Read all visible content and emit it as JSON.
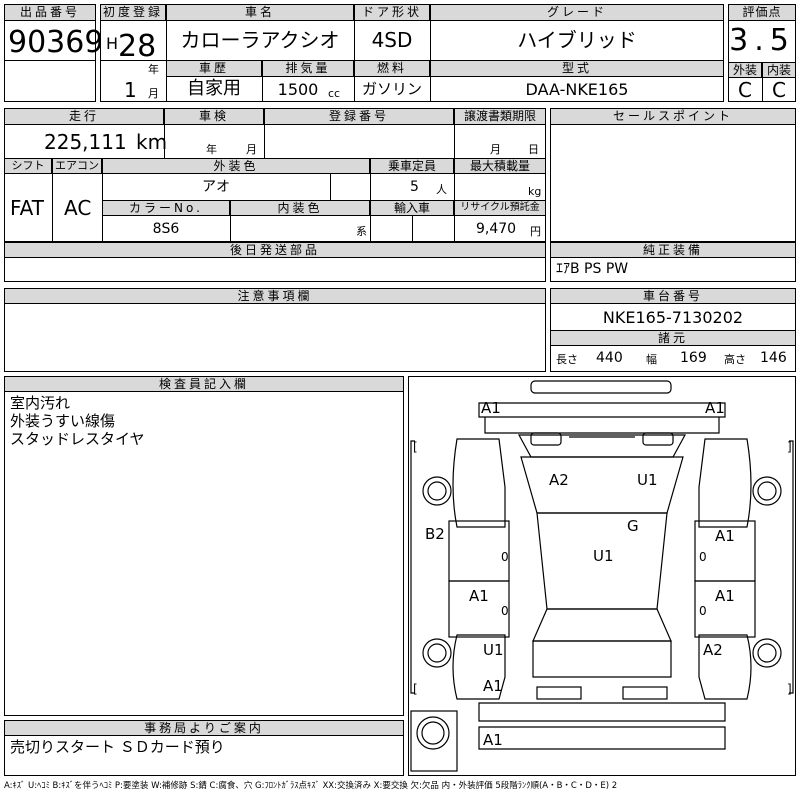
{
  "header": {
    "lot_number_label": "出品番号",
    "lot_number": "90369",
    "first_reg_label": "初度登録",
    "era": "H",
    "year": "28",
    "year_unit": "年",
    "month": "1",
    "month_unit": "月",
    "car_name_label": "車名",
    "car_name": "カローラアクシオ",
    "door_label": "ドア形状",
    "door": "4SD",
    "grade_label": "グレード",
    "grade": "ハイブリッド",
    "score_label": "評価点",
    "score": "3.5",
    "history_label": "車歴",
    "history": "自家用",
    "displacement_label": "排気量",
    "displacement": "1500",
    "displacement_unit": "cc",
    "fuel_label": "燃料",
    "fuel": "ガソリン",
    "model_label": "型式",
    "model": "DAA-NKE165",
    "exterior_label": "外装",
    "exterior": "C",
    "interior_label": "内装",
    "interior": "C"
  },
  "row2": {
    "mileage_label": "走行",
    "mileage": "225,111",
    "mileage_unit": "km",
    "inspection_label": "車検",
    "year_unit": "年",
    "month_unit": "月",
    "reg_no_label": "登録番号",
    "transfer_label": "譲渡書類期限",
    "transfer_month": "月",
    "transfer_day": "日",
    "shift_label": "シフト",
    "shift": "FAT",
    "ac_label": "エアコン",
    "ac": "AC",
    "ext_color_label": "外装色",
    "ext_color": "アオ",
    "capacity_label": "乗車定員",
    "capacity": "5",
    "capacity_unit": "人",
    "max_load_label": "最大積載量",
    "max_load_unit": "kg",
    "color_no_label": "カラーNo.",
    "color_no": "8S6",
    "int_color_label": "内装色",
    "int_color_unit": "系",
    "import_label": "輸入車",
    "recycle_label": "リサイクル預託金",
    "recycle": "9,470",
    "recycle_unit": "円",
    "later_parts_label": "後日発送部品",
    "sales_point_label": "セールスポイント",
    "equipment_label": "純正装備",
    "equipment": "ｴｱB PS PW"
  },
  "notes": {
    "caution_label": "注意事項欄",
    "chassis_label": "車台番号",
    "chassis": "NKE165-7130202",
    "dims_label": "諸元",
    "length_label": "長さ",
    "length": "440",
    "width_label": "幅",
    "width": "169",
    "height_label": "高さ",
    "height": "146"
  },
  "inspector": {
    "label": "検査員記入欄",
    "line1": "室内汚れ",
    "line2": "外装うすい線傷",
    "line3": "スタッドレスタイヤ"
  },
  "office": {
    "label": "事務局よりご案内",
    "text": "売切りスタート ＳＤカード預り"
  },
  "diagram": {
    "marks": {
      "a1_tl": "A1",
      "a1_tr": "A1",
      "a2": "A2",
      "u1_top": "U1",
      "g": "G",
      "u1_mid": "U1",
      "b2": "B2",
      "a1_rdoor": "A1",
      "a1_ldoor": "A1",
      "a1_rdoor2": "A1",
      "u1_left": "U1",
      "a2_right": "A2",
      "a1_lbottom": "A1",
      "a1_bottom": "A1"
    }
  },
  "legend": "A:ｷｽﾞ U:ﾍｺﾐ B:ｷｽﾞを伴うﾍｺﾐ P:要塗装 W:補修跡 S:錆 C:腐食、穴 G:ﾌﾛﾝﾄｶﾞﾗｽ点ｷｽﾞ XX:交換済み X:要交換 欠:欠品 内・外装評価 5段階ﾗﾝｸ順(A・B・C・D・E) 2"
}
